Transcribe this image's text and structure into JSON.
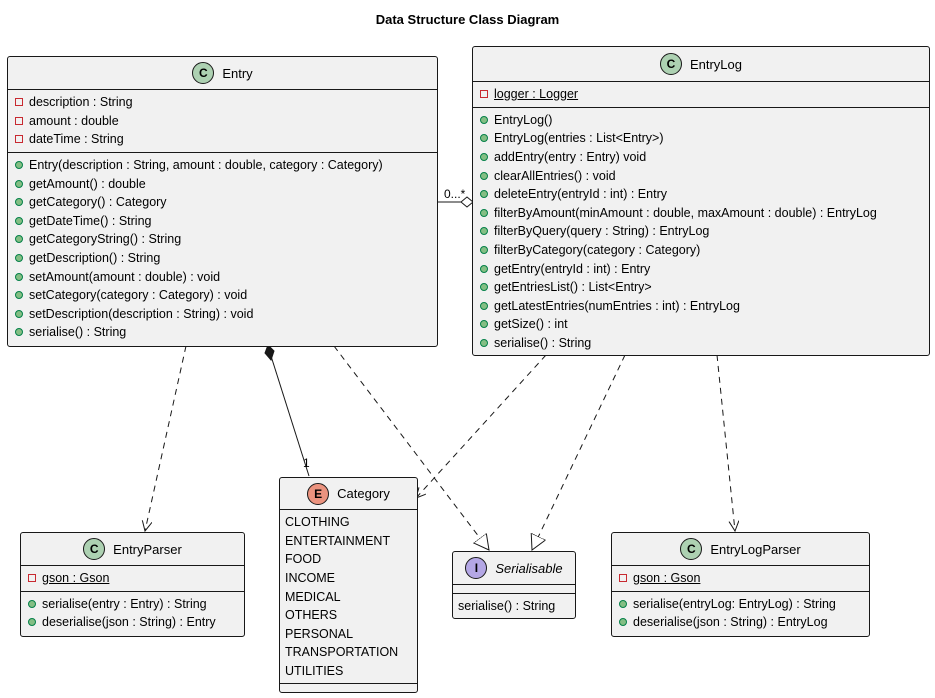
{
  "diagram_title": "Data Structure Class Diagram",
  "classes": {
    "entry": {
      "name": "Entry",
      "badge": "C",
      "fields": [
        {
          "vis": "private",
          "text": "description : String"
        },
        {
          "vis": "private",
          "text": "amount : double"
        },
        {
          "vis": "private",
          "text": "dateTime : String"
        }
      ],
      "methods": [
        {
          "vis": "public",
          "text": "Entry(description : String, amount : double, category : Category)"
        },
        {
          "vis": "public",
          "text": "getAmount() : double"
        },
        {
          "vis": "public",
          "text": "getCategory() : Category"
        },
        {
          "vis": "public",
          "text": "getDateTime() : String"
        },
        {
          "vis": "public",
          "text": "getCategoryString() : String"
        },
        {
          "vis": "public",
          "text": "getDescription() : String"
        },
        {
          "vis": "public",
          "text": "setAmount(amount : double) : void"
        },
        {
          "vis": "public",
          "text": "setCategory(category : Category) : void"
        },
        {
          "vis": "public",
          "text": "setDescription(description : String) : void"
        },
        {
          "vis": "public",
          "text": "serialise() : String"
        }
      ]
    },
    "entry_log": {
      "name": "EntryLog",
      "badge": "C",
      "fields": [
        {
          "vis": "private",
          "text": "logger : Logger",
          "static": true
        }
      ],
      "methods": [
        {
          "vis": "public",
          "text": "EntryLog()"
        },
        {
          "vis": "public",
          "text": "EntryLog(entries : List<Entry>)"
        },
        {
          "vis": "public",
          "text": "addEntry(entry : Entry) void"
        },
        {
          "vis": "public",
          "text": "clearAllEntries() : void"
        },
        {
          "vis": "public",
          "text": "deleteEntry(entryId : int) : Entry"
        },
        {
          "vis": "public",
          "text": "filterByAmount(minAmount : double, maxAmount : double) : EntryLog"
        },
        {
          "vis": "public",
          "text": "filterByQuery(query : String) : EntryLog"
        },
        {
          "vis": "public",
          "text": "filterByCategory(category : Category)"
        },
        {
          "vis": "public",
          "text": "getEntry(entryId : int) : Entry"
        },
        {
          "vis": "public",
          "text": "getEntriesList() : List<Entry>"
        },
        {
          "vis": "public",
          "text": "getLatestEntries(numEntries : int) : EntryLog"
        },
        {
          "vis": "public",
          "text": "getSize() : int"
        },
        {
          "vis": "public",
          "text": "serialise() : String"
        }
      ]
    },
    "entry_parser": {
      "name": "EntryParser",
      "badge": "C",
      "fields": [
        {
          "vis": "private",
          "text": "gson : Gson",
          "static": true
        }
      ],
      "methods": [
        {
          "vis": "public",
          "text": "serialise(entry : Entry) : String"
        },
        {
          "vis": "public",
          "text": "deserialise(json : String) : Entry"
        }
      ]
    },
    "category": {
      "name": "Category",
      "badge": "E",
      "literals": [
        "CLOTHING",
        "ENTERTAINMENT",
        "FOOD",
        "INCOME",
        "MEDICAL",
        "OTHERS",
        "PERSONAL",
        "TRANSPORTATION",
        "UTILITIES"
      ]
    },
    "serialisable": {
      "name": "Serialisable",
      "badge": "I",
      "methods": [
        {
          "text": "serialise() : String"
        }
      ]
    },
    "entry_log_parser": {
      "name": "EntryLogParser",
      "badge": "C",
      "fields": [
        {
          "vis": "private",
          "text": "gson : Gson",
          "static": true
        }
      ],
      "methods": [
        {
          "vis": "public",
          "text": "serialise(entryLog: EntryLog) : String"
        },
        {
          "vis": "public",
          "text": "deserialise(json : String) : EntryLog"
        }
      ]
    }
  },
  "multiplicities": {
    "aggregation_entry_side": "0...*",
    "composition_category_side": "1"
  }
}
